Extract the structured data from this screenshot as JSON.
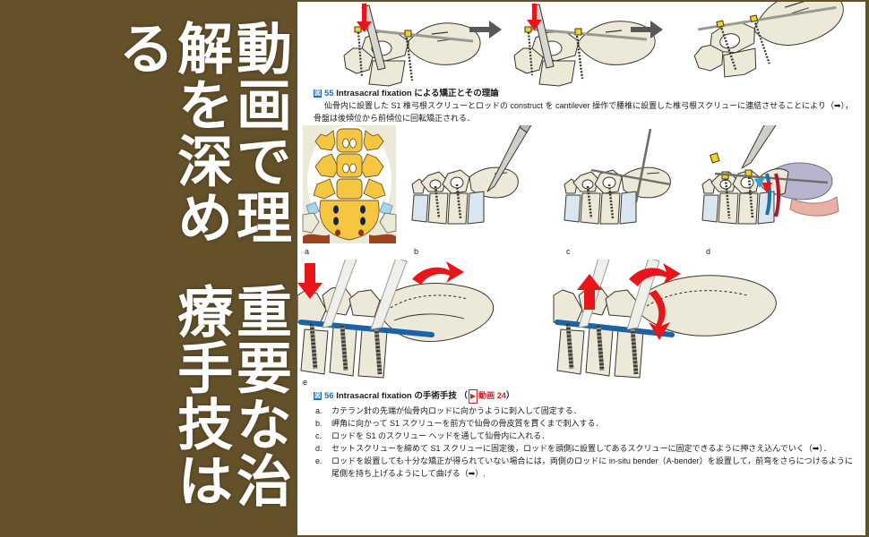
{
  "promo": {
    "lines": [
      "重要な治療手技は",
      "動画で理解を深める"
    ],
    "background_color": "#64512a",
    "text_color": "#ffffff"
  },
  "page": {
    "background_color": "#ffffff",
    "figures": [
      {
        "id": "fig-55",
        "number": "55",
        "label_icon": "図",
        "title_en": "Intrasacral fixation",
        "title_ja": " による矯正とその理論",
        "caption": "仙骨内に設置した S1 椎弓根スクリューとロッドの construct を cantilever 操作で腰椎に設置した椎弓根スクリューに連結させることにより（➡），骨盤は後傾位から前傾位に回転矯正される．",
        "panels": [
          "step-1",
          "arrow",
          "step-2",
          "arrow",
          "step-3"
        ]
      },
      {
        "id": "fig-56",
        "number": "56",
        "label_icon": "図",
        "title_en": "Intrasacral fixation",
        "title_ja": " の手術手技",
        "video_label": "動画",
        "video_number": "24",
        "video_icon": "play-icon",
        "panel_letters": [
          "a",
          "b",
          "c",
          "d",
          "e"
        ],
        "steps": [
          {
            "marker": "a.",
            "text": "カテラン針の先端が仙骨内ロッドに向かうように刺入して固定する．"
          },
          {
            "marker": "b.",
            "text": "岬角に向かって S1 スクリューを前方で仙骨の骨皮質を貫くまで刺入する．"
          },
          {
            "marker": "c.",
            "text": "ロッドを S1 のスクリュー ヘッドを通して仙骨内に入れる．"
          },
          {
            "marker": "d.",
            "text": "セットスクリューを締めて S1 スクリューに固定後，ロッドを頭側に設置してあるスクリューに固定できるように押さえ込んでいく（➡）．"
          },
          {
            "marker": "e.",
            "text": "ロッドを設置しても十分な矯正が得られていない場合には，両側のロッドに in-situ bender（A-bender）を設置して，前弯をさらにつけるように尾側を持ち上げるようにして曲げる（➡）."
          }
        ]
      }
    ]
  },
  "colors": {
    "brand_brown": "#64512a",
    "figure_blue": "#1f6fb4",
    "video_red": "#d32026",
    "arrow_red": "#e8151b",
    "rod_blue": "#1b63a5",
    "bone": "#ece9d8",
    "bone_outline": "#3a342b",
    "screw_yellow": "#f2d21a",
    "sacrum_yellow": "#f5c642"
  }
}
